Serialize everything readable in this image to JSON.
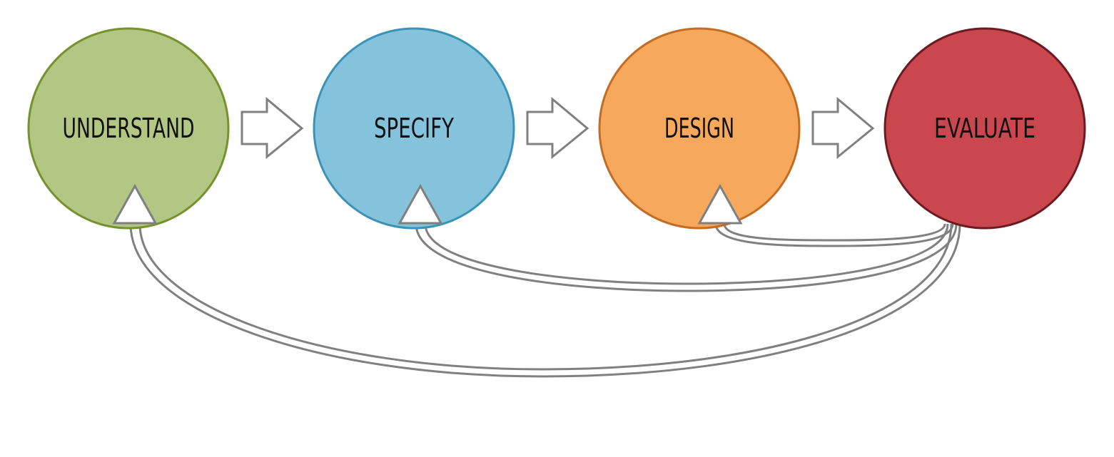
{
  "stages": [
    {
      "label": "UNDERSTAND",
      "fill": "#b3c785",
      "stroke": "#76922e"
    },
    {
      "label": "SPECIFY",
      "fill": "#85c3dd",
      "stroke": "#3a93b7"
    },
    {
      "label": "DESIGN",
      "fill": "#f6a85d",
      "stroke": "#c36d24"
    },
    {
      "label": "EVALUATE",
      "fill": "#cb474f",
      "stroke": "#6b1b21"
    }
  ],
  "arrow_stroke": "#808080",
  "arrow_fill": "#ffffff"
}
